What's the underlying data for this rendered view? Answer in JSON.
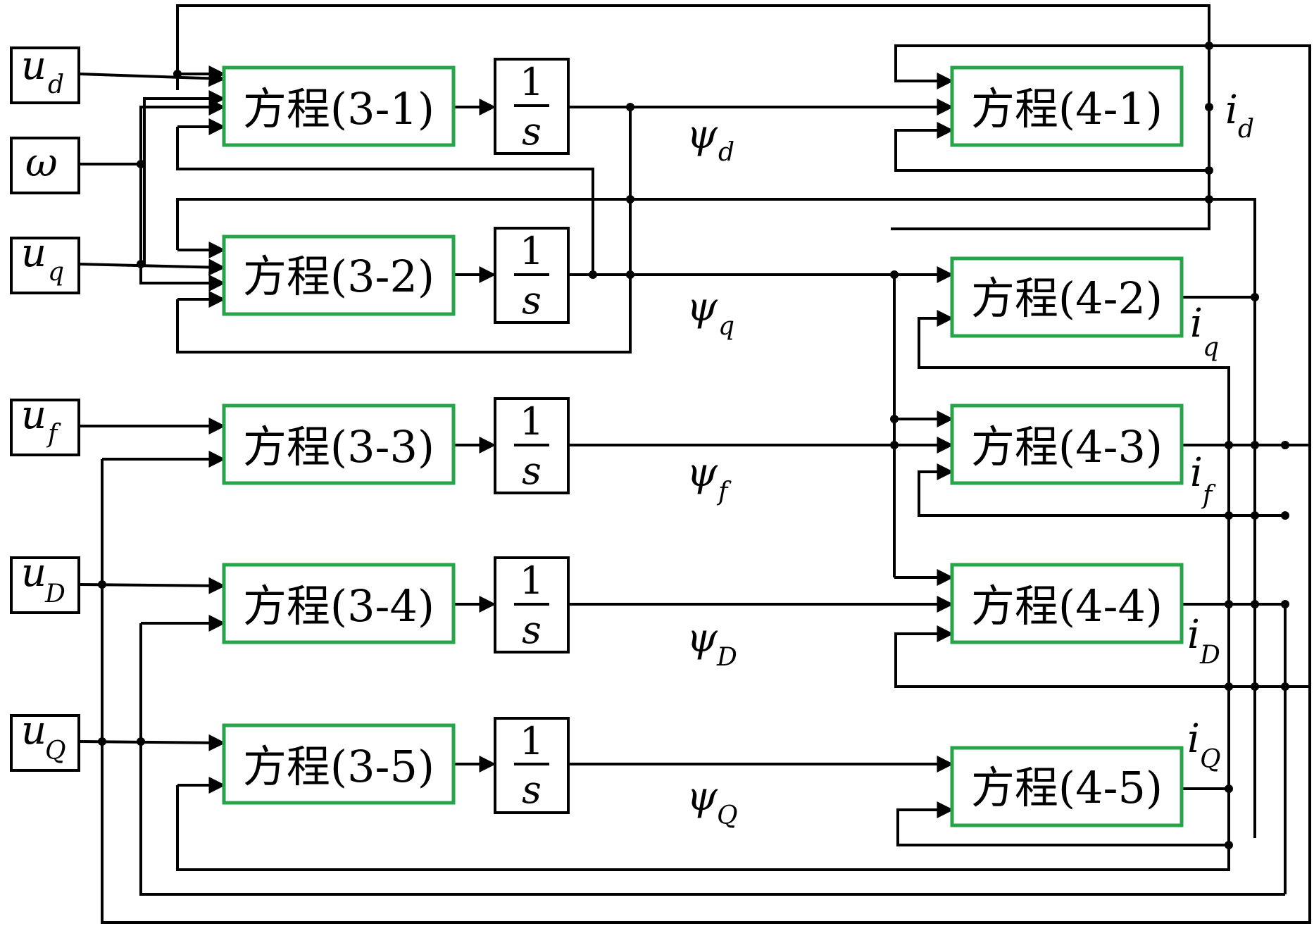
{
  "inputs": [
    {
      "id": "ud",
      "main": "u",
      "sub": "d"
    },
    {
      "id": "omega",
      "main": "ω",
      "sub": ""
    },
    {
      "id": "uq",
      "main": "u",
      "sub": "q"
    },
    {
      "id": "uf",
      "main": "u",
      "sub": "f"
    },
    {
      "id": "uD",
      "main": "u",
      "sub": "D"
    },
    {
      "id": "uQ",
      "main": "u",
      "sub": "Q"
    }
  ],
  "flux_equations": [
    "方程(3-1)",
    "方程(3-2)",
    "方程(3-3)",
    "方程(3-4)",
    "方程(3-5)"
  ],
  "integrator": {
    "numerator": "1",
    "denominator": "s"
  },
  "flux_signals": [
    {
      "main": "ψ",
      "sub": "d"
    },
    {
      "main": "ψ",
      "sub": "q"
    },
    {
      "main": "ψ",
      "sub": "f"
    },
    {
      "main": "ψ",
      "sub": "D"
    },
    {
      "main": "ψ",
      "sub": "Q"
    }
  ],
  "current_equations": [
    "方程(4-1)",
    "方程(4-2)",
    "方程(4-3)",
    "方程(4-4)",
    "方程(4-5)"
  ],
  "current_signals": [
    {
      "main": "i",
      "sub": "d"
    },
    {
      "main": "i",
      "sub": "q"
    },
    {
      "main": "i",
      "sub": "f"
    },
    {
      "main": "i",
      "sub": "D"
    },
    {
      "main": "i",
      "sub": "Q"
    }
  ],
  "colors": {
    "equation_border": "#26a548",
    "line": "#000000"
  }
}
